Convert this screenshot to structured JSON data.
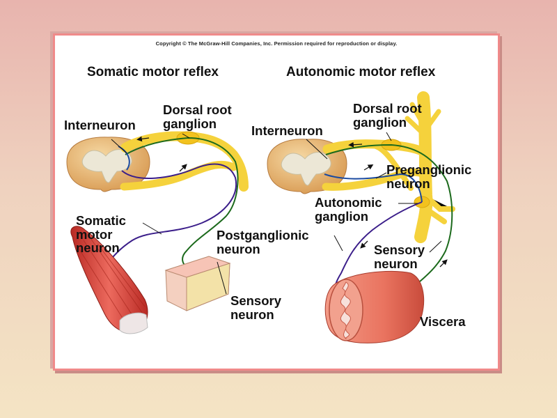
{
  "copyright": "Copyright © The McGraw-Hill Companies, Inc. Permission required for reproduction or display.",
  "somatic": {
    "title": "Somatic motor reflex",
    "interneuron": "Interneuron",
    "dorsal_root_ganglion": "Dorsal root\nganglion",
    "somatic_motor_neuron": "Somatic\nmotor\nneuron",
    "postganglionic_neuron": "Postganglionic\nneuron",
    "sensory_neuron": "Sensory\nneuron"
  },
  "autonomic": {
    "title": "Autonomic motor reflex",
    "interneuron": "Interneuron",
    "dorsal_root_ganglion": "Dorsal root\nganglion",
    "preganglionic_neuron": "Preganglionic\nneuron",
    "autonomic_ganglion": "Autonomic\nganglion",
    "sensory_neuron": "Sensory\nneuron",
    "viscera": "Viscera"
  },
  "colors": {
    "background_top": "#e8b4ae",
    "background_bottom": "#f4e4c4",
    "frame_border": "#f08a8a",
    "spinal_cord": "#e9b978",
    "grey_matter": "#ece7d6",
    "nerve": "#f5d23c",
    "sensory_fiber": "#1c6a1c",
    "motor_fiber": "#3b1e8a",
    "muscle": "#d9473c",
    "viscera": "#ec7d6a"
  }
}
